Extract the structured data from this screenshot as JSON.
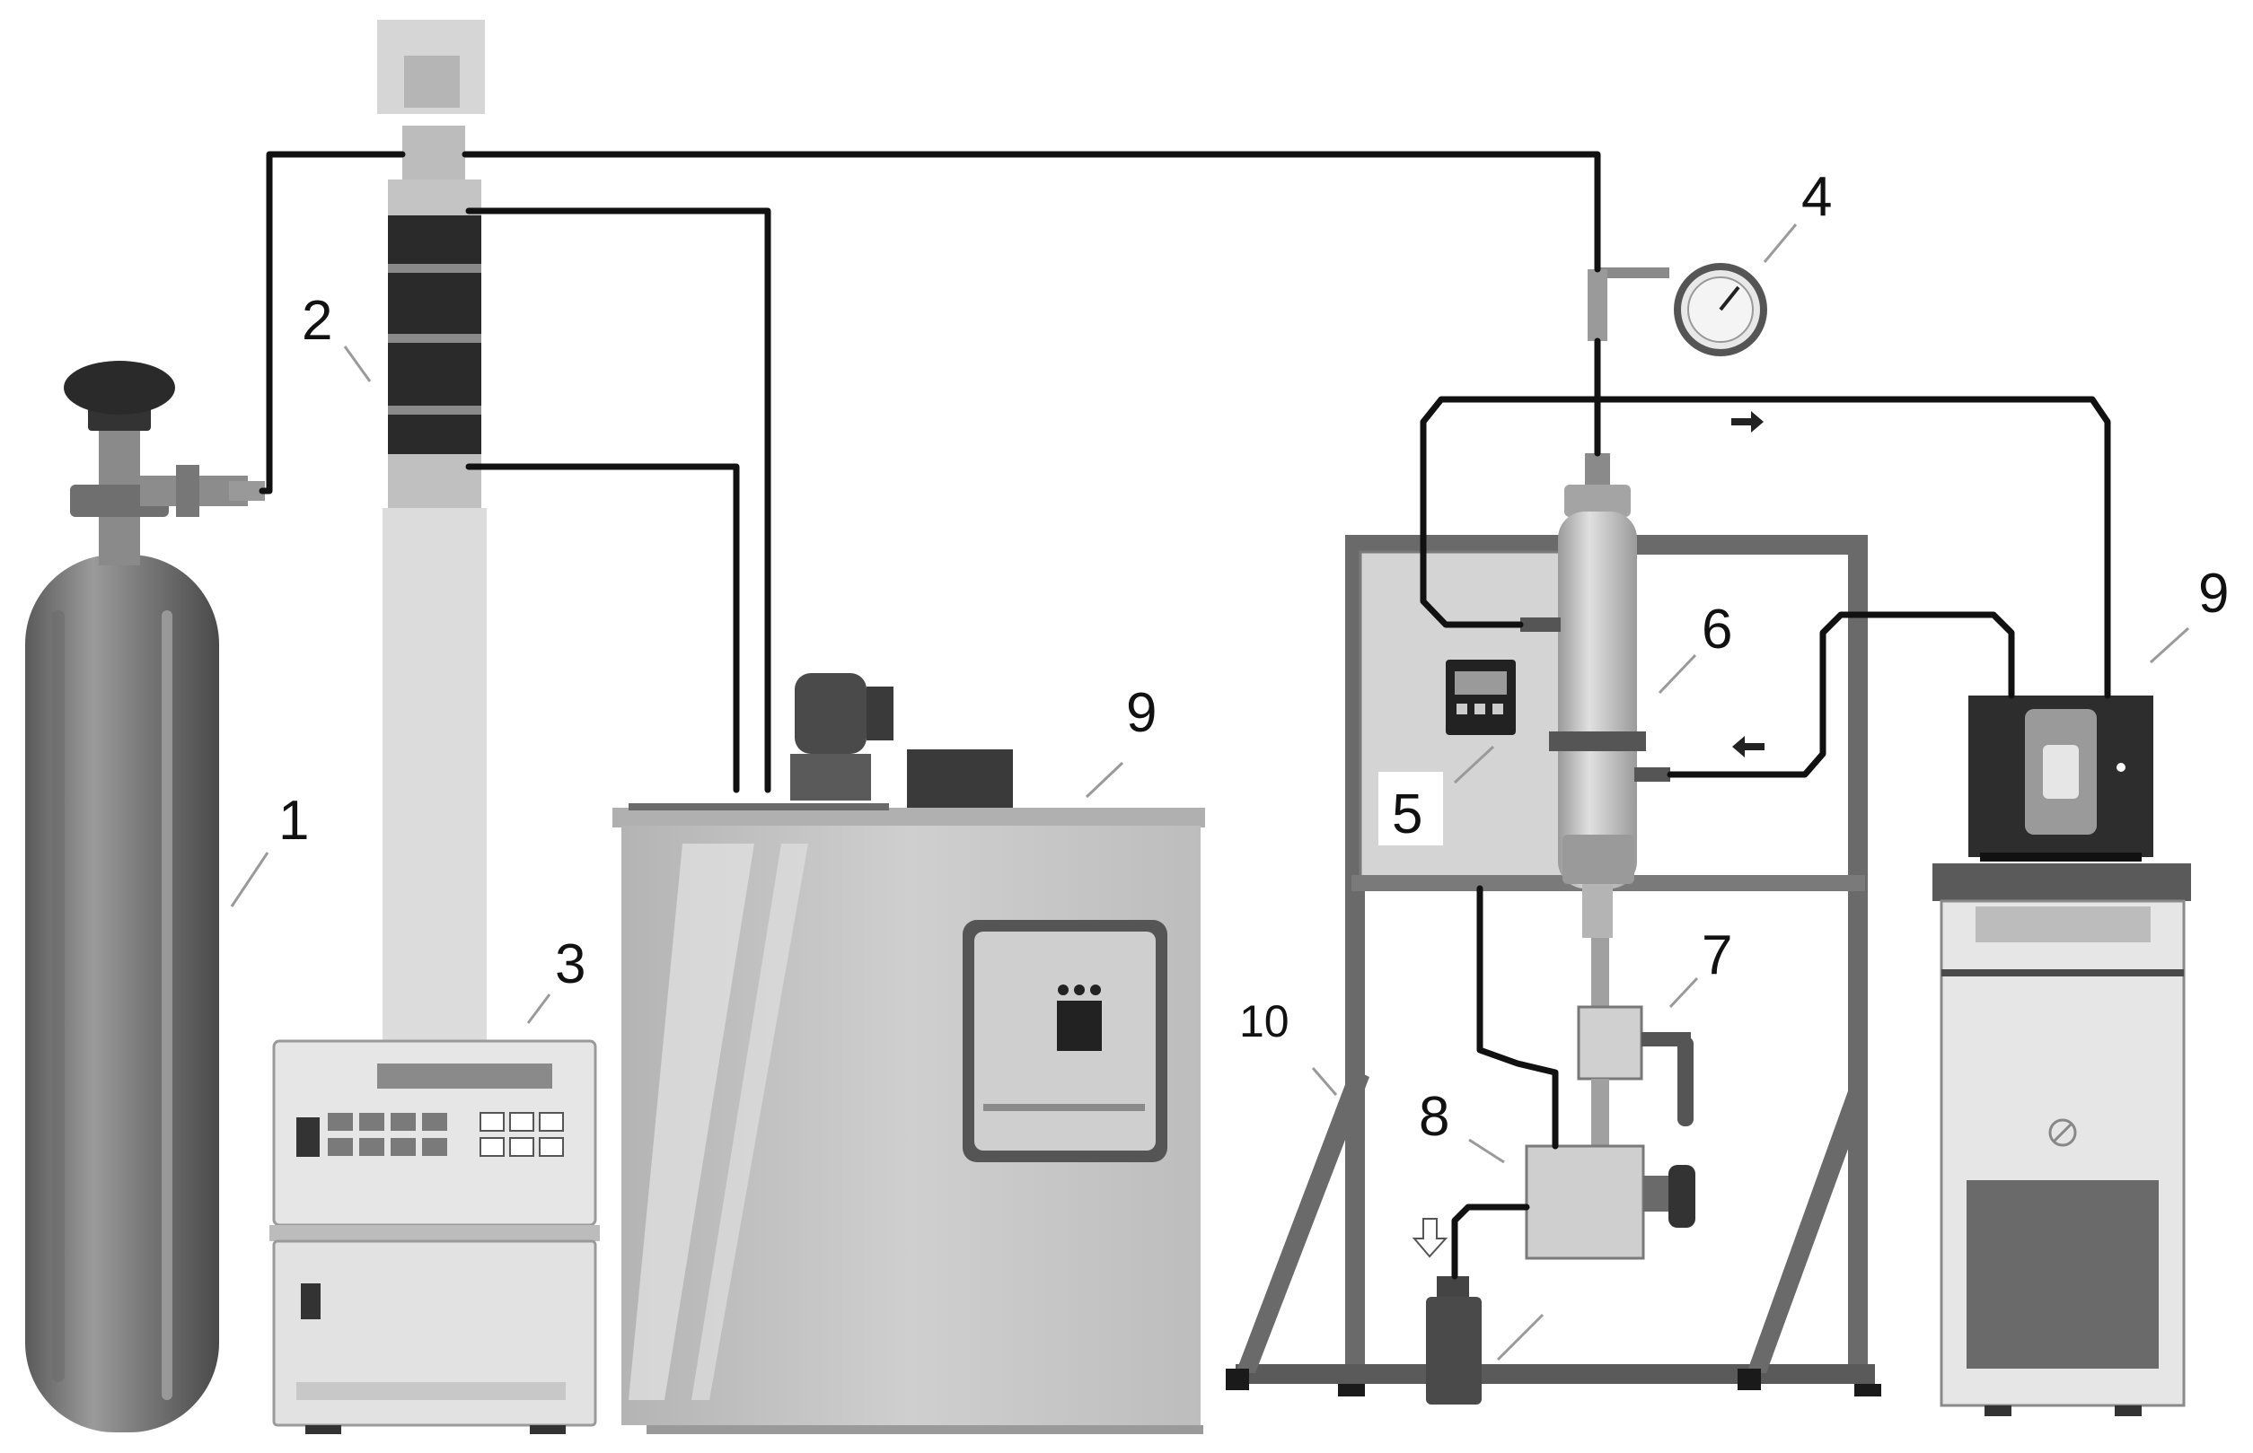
{
  "labels": {
    "co2_cylinder": "1",
    "pump_head": "2",
    "hplc_pump": "3",
    "pressure_gauge": "4",
    "temp_controller": "5",
    "extraction_vessel": "6",
    "valve_upper": "7",
    "valve_lower": "8",
    "cooling_bath_left": "9",
    "circulator_right": "9",
    "support_frame": "10"
  },
  "colors": {
    "tubing": "#111111",
    "frame": "#555555",
    "equipment_light": "#c8c8c8",
    "equipment_dark": "#2b2b2b"
  },
  "icons": [
    "gas-cylinder",
    "pump",
    "pressure-gauge",
    "temperature-controller",
    "extraction-vessel",
    "valve",
    "collection-bottle",
    "chiller",
    "thermostat-circulator"
  ]
}
